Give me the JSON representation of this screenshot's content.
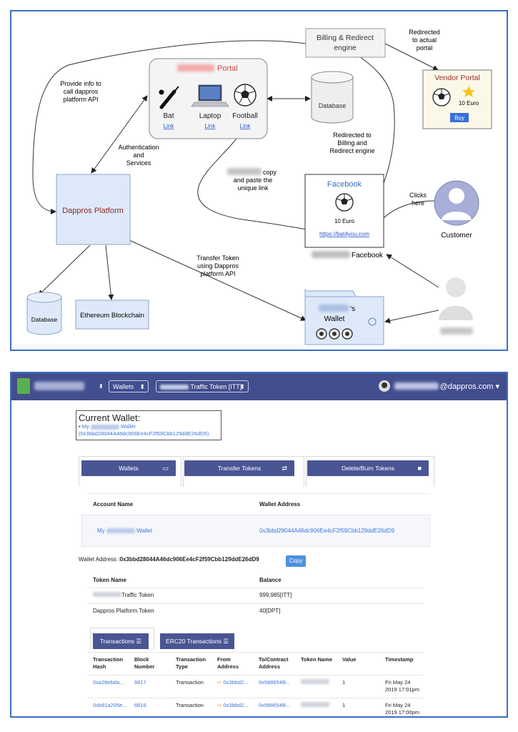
{
  "diagram": {
    "portal_label": "Portal",
    "products": [
      {
        "name": "Bat",
        "link": "Link"
      },
      {
        "name": "Laptop",
        "link": "Link"
      },
      {
        "name": "Football",
        "link": "Link"
      }
    ],
    "portal_database": "Database",
    "billing": [
      "Billing & Redirect",
      "engine"
    ],
    "redirected_actual": [
      "Redirected",
      "to actual",
      "portal"
    ],
    "vendor_portal": "Vendor Portal",
    "vendor_price": "10 Euro",
    "vendor_buy": "Buy",
    "provide_info": [
      "Provide info to",
      "call dappros",
      "platform API"
    ],
    "auth_services": [
      "Authentication",
      "and",
      "Services"
    ],
    "copy_paste": [
      "copy",
      "and paste the",
      "unique link"
    ],
    "redirected_billing": [
      "Redirected to",
      "Billing and",
      "Redirect engine"
    ],
    "dappros_platform": "Dappros Platform",
    "facebook_title": "Facebook",
    "facebook_price": "10 Euro",
    "facebook_link": "https://bat4you.com",
    "clicks_here": [
      "Clicks",
      "here"
    ],
    "customer": "Customer",
    "facebook_caption": "Facebook",
    "transfer_token": [
      "Transfer Token",
      "using Dappros",
      "platform API"
    ],
    "bottom_database": "Database",
    "ethereum": "Ethereum Blockchain",
    "wallet_suffix": "'s",
    "wallet_label": "Wallet"
  },
  "app": {
    "topbar": {
      "wallets_select": "Wallets",
      "token_select": "Traffic Token [ITT]",
      "user_email_suffix": "@dappros.com ▾"
    },
    "current_wallet": {
      "heading": "Current Wallet:",
      "my": "My",
      "wallet": "Wallet",
      "address_paren": "(0x3bbd28044A46dc906Ee4cF2f59Cbb129ddE26dD9)"
    },
    "tabs": [
      {
        "label": "Wallets",
        "icon": "▭"
      },
      {
        "label": "Transfer Tokens",
        "icon": "⇄"
      },
      {
        "label": "Delete/Burn Tokens",
        "icon": "■"
      }
    ],
    "accounts": {
      "headers": [
        "Account Name",
        "Wallet Address"
      ],
      "row": {
        "my": "My",
        "wallet": "Wallet",
        "address": "0x3bbd28044A46dc906Ee4cF2f59Cbb129ddE26dD9"
      }
    },
    "wallet_address_label": "Wallet Address :",
    "wallet_address_value": "0x3bbd28044A46dc906Ee4cF2f59Cbb129ddE26dD9",
    "copy_button": "Copy",
    "tokens": {
      "headers": [
        "Token Name",
        "Balance"
      ],
      "rows": [
        {
          "name": "Traffic Token",
          "balance": "999,985[ITT]"
        },
        {
          "name": "Dappros Platform Token",
          "balance": "40[DPT]"
        }
      ]
    },
    "tx_buttons": [
      "Transactions ☰",
      "ERC20 Transactions ☰"
    ],
    "transactions": {
      "headers": [
        "Transaction Hash",
        "Block Number",
        "Transaction Type",
        "From Address",
        "To/Contract Address",
        "Token Name",
        "Value",
        "Timestamp"
      ],
      "rows": [
        {
          "hash": "0xa28ebda...",
          "block": "6817",
          "type": "Transaction",
          "from": "0x3bbd2...",
          "to": "0x988654B...",
          "value": "1",
          "ts1": "Fri May 24",
          "ts2": "2019 17:01pm"
        },
        {
          "hash": "0xb81a205e...",
          "block": "6816",
          "type": "Transaction",
          "from": "0x3bbd2...",
          "to": "0x988654B...",
          "value": "1",
          "ts1": "Fri May 24",
          "ts2": "2019 17:00pm"
        }
      ]
    }
  }
}
